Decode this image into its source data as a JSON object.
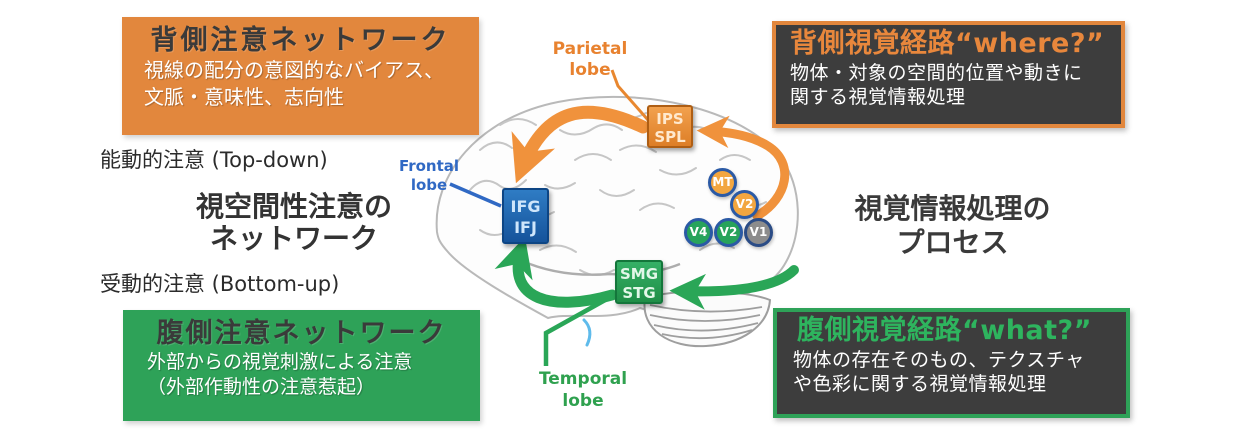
{
  "colors": {
    "orange": "#E2873D",
    "green": "#2EA258",
    "dark_panel": "#3D3D3D",
    "blue_region": "#1765B0",
    "gray_area": "#8C8C8C",
    "arrow_orange": "#F0923C",
    "arrow_green": "#2AA657"
  },
  "attention": {
    "dorsal_box": {
      "title": "背側注意ネットワーク",
      "body_line1": "視線の配分の意図的なバイアス、",
      "body_line2": "文脈・意味性、志向性"
    },
    "top_down": "能動的注意 (Top-down)",
    "network_title_line1": "視空間性注意の",
    "network_title_line2": "ネットワーク",
    "bottom_up": "受動的注意 (Bottom-up)",
    "ventral_box": {
      "title": "腹側注意ネットワーク",
      "body_line1": "外部からの視覚刺激による注意",
      "body_line2": "（外部作動性の注意惹起）"
    }
  },
  "visual": {
    "dorsal_box": {
      "title": "背側視覚経路“where?”",
      "body_line1": "物体・対象の空間的位置や動きに",
      "body_line2": "関する視覚情報処理"
    },
    "process_title_line1": "視覚情報処理の",
    "process_title_line2": "プロセス",
    "ventral_box": {
      "title": "腹側視覚経路“what?”",
      "body_line1": "物体の存在そのもの、テクスチャ",
      "body_line2": "や色彩に関する視覚情報処理"
    }
  },
  "brain": {
    "lobe_labels": {
      "parietal_line1": "Parietal",
      "parietal_line2": "lobe",
      "frontal_line1": "Frontal",
      "frontal_line2": "lobe",
      "temporal_line1": "Temporal",
      "temporal_line2": "lobe"
    },
    "regions": {
      "parietal_line1": "IPS",
      "parietal_line2": "SPL",
      "frontal_line1": "IFG",
      "frontal_line2": "IFJ",
      "temporal_line1": "SMG",
      "temporal_line2": "STG"
    },
    "visual_areas": [
      {
        "label": "MT",
        "color": "#F2A640"
      },
      {
        "label": "V2",
        "color": "#F2A640"
      },
      {
        "label": "V4",
        "color": "#27A35B"
      },
      {
        "label": "V2",
        "color": "#27A35B"
      },
      {
        "label": "V1",
        "color": "#8C8C8C"
      }
    ]
  }
}
